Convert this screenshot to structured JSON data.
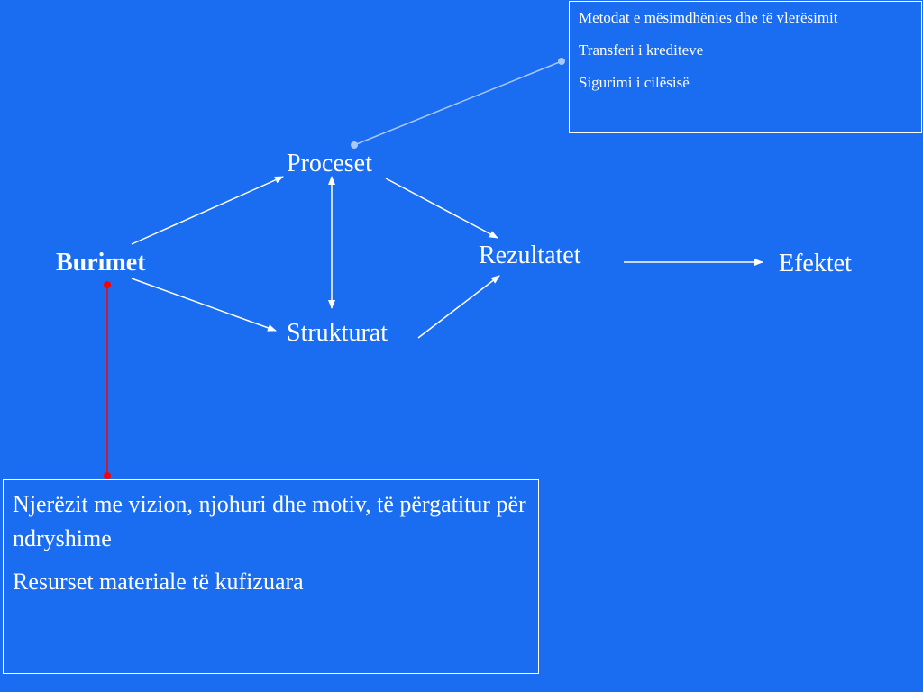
{
  "nodes": {
    "burimet": "Burimet",
    "proceset": "Proceset",
    "strukturat": "Strukturat",
    "rezultatet": "Rezultatet",
    "efektet": "Efektet"
  },
  "top_box": {
    "line1": "Metodat e mësimdhënies dhe të vlerësimit",
    "line2": "Transferi i krediteve",
    "line3": "Sigurimi i cilësisë"
  },
  "bottom_box": {
    "line1": "Njerëzit me vizion, njohuri dhe motiv, të përgatitur për ndryshime",
    "line2": "Resurset materiale të kufizuara"
  },
  "colors": {
    "background": "#1a6cf0",
    "arrow": "#ffffff",
    "connector_red": "#ff0000",
    "connector_light": "#a8c8ff"
  }
}
